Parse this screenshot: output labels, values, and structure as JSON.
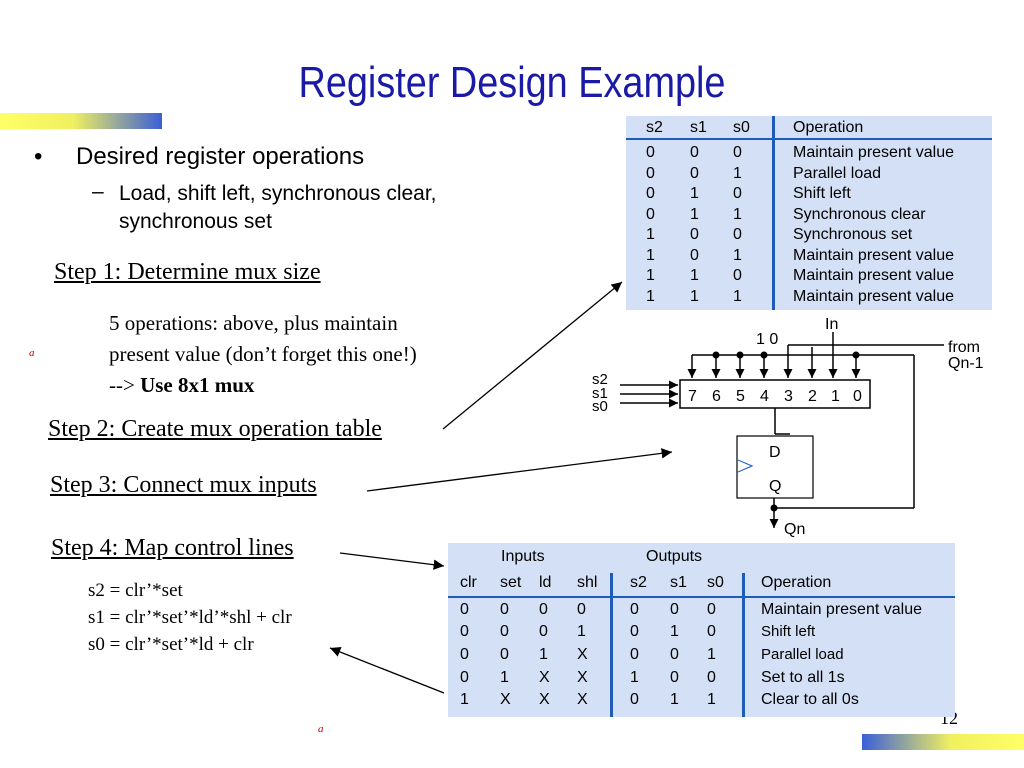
{
  "slide": {
    "title": "Register Design Example",
    "page_number": "12",
    "stray_marks": [
      "a",
      "a"
    ]
  },
  "bullets": {
    "main": "Desired register operations",
    "sub_line1": "Load, shift left, synchronous clear,",
    "sub_line2": "synchronous set"
  },
  "steps": {
    "step1": "Step 1: Determine mux size",
    "step1_body": [
      "5 operations: above, plus maintain",
      "present value (don’t forget this one!)"
    ],
    "step1_arrow": "-->",
    "step1_use": "Use 8x1 mux",
    "step2": "Step 2: Create mux operation table",
    "step3": "Step 3: Connect mux inputs",
    "step4": "Step 4: Map control lines",
    "equations": [
      "s2 = clr’*set",
      "s1 = clr’*set’*ld’*shl + clr",
      "s0 = clr’*set’*ld + clr"
    ]
  },
  "mux_table": {
    "headers": [
      "s2",
      "s1",
      "s0",
      "Operation"
    ],
    "rows": [
      [
        "0",
        "0",
        "0",
        "Maintain present value"
      ],
      [
        "0",
        "0",
        "1",
        "Parallel load"
      ],
      [
        "0",
        "1",
        "0",
        "Shift left"
      ],
      [
        "0",
        "1",
        "1",
        "Synchronous clear"
      ],
      [
        "1",
        "0",
        "0",
        "Synchronous set"
      ],
      [
        "1",
        "0",
        "1",
        "Maintain present value"
      ],
      [
        "1",
        "1",
        "0",
        "Maintain present value"
      ],
      [
        "1",
        "1",
        "1",
        "Maintain present value"
      ]
    ]
  },
  "circuit": {
    "in_label": "In",
    "input_ticks": "1  0",
    "from_label": "from",
    "qn1_label": "Qn-1",
    "select_labels": [
      "s2",
      "s1",
      "s0"
    ],
    "mux_inputs": [
      "7",
      "6",
      "5",
      "4",
      "3",
      "2",
      "1",
      "0"
    ],
    "ff_d": "D",
    "ff_q": "Q",
    "out_label": "Qn"
  },
  "control_table": {
    "group_inputs": "Inputs",
    "group_outputs": "Outputs",
    "headers": [
      "clr",
      "set",
      "ld",
      "shl",
      "s2",
      "s1",
      "s0",
      "Operation"
    ],
    "rows": [
      [
        "0",
        "0",
        "0",
        "0",
        "0",
        "0",
        "0",
        "Maintain present value"
      ],
      [
        "0",
        "0",
        "0",
        "1",
        "0",
        "1",
        "0",
        "Shift left"
      ],
      [
        "0",
        "0",
        "1",
        "X",
        "0",
        "0",
        "1",
        "Parallel load"
      ],
      [
        "0",
        "1",
        "X",
        "X",
        "1",
        "0",
        "0",
        "Set to all 1s"
      ],
      [
        "1",
        "X",
        "X",
        "X",
        "0",
        "1",
        "1",
        "Clear to all 0s"
      ]
    ]
  },
  "colors": {
    "title": "#1a1aa6",
    "table_bg": "#d4e0f5",
    "table_rule": "#1f5bb8",
    "stray_mark": "#cc0000"
  }
}
